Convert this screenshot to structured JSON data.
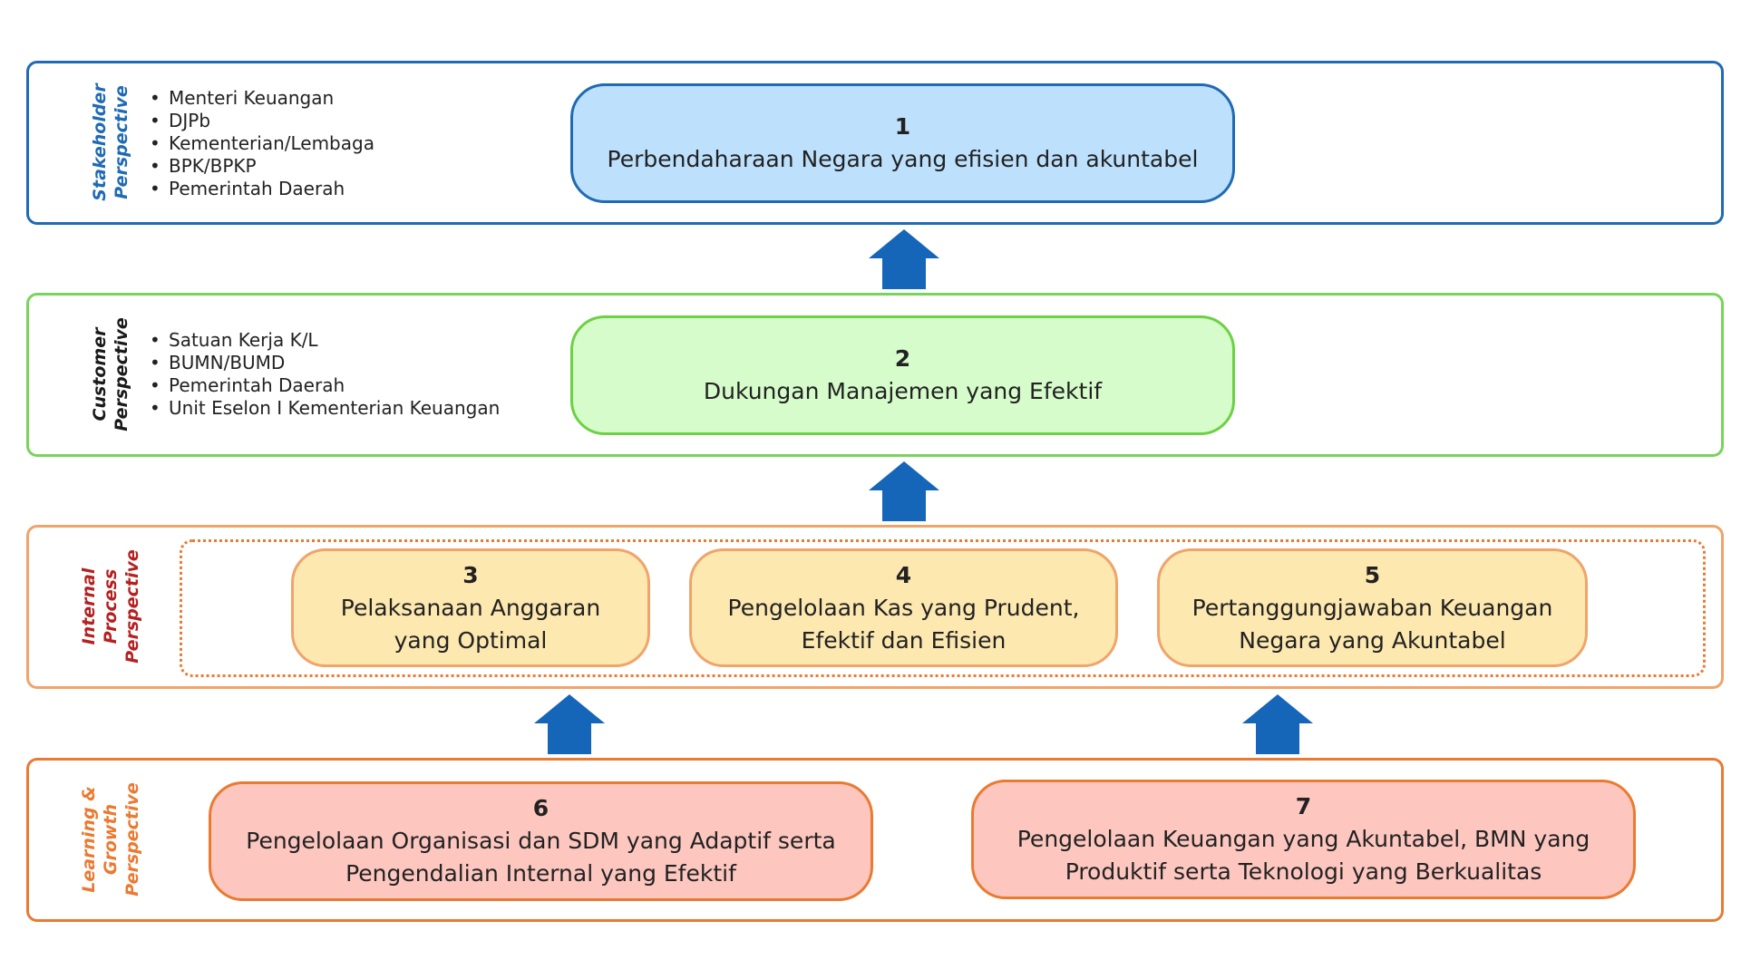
{
  "perspectives": {
    "stakeholder": {
      "label": "Stakeholder\nPerspective",
      "color": "#1f6ab4",
      "items": [
        "Menteri Keuangan",
        "DJPb",
        "Kementerian/Lembaga",
        "BPK/BPKP",
        "Pemerintah Daerah"
      ]
    },
    "customer": {
      "label": "Customer\nPerspective",
      "color": "#1a1a1a",
      "items": [
        "Satuan Kerja K/L",
        "BUMN/BUMD",
        "Pemerintah Daerah",
        "Unit Eselon I Kementerian Keuangan"
      ]
    },
    "internal_process": {
      "label": "Internal\nProcess\nPerspective",
      "color": "#b52020"
    },
    "learning_growth": {
      "label": "Learning &\nGrowth\nPerspective",
      "color": "#ea7a31"
    }
  },
  "objectives": [
    {
      "number": "1",
      "text": "Perbendaharaan Negara yang efisien dan akuntabel",
      "fill": "#bde0fc"
    },
    {
      "number": "2",
      "text": "Dukungan Manajemen yang Efektif",
      "fill": "#d6fccb"
    },
    {
      "number": "3",
      "line1": "Pelaksanaan Anggaran",
      "line2": "yang Optimal",
      "fill": "#fde8b0"
    },
    {
      "number": "4",
      "line1": "Pengelolaan Kas yang Prudent,",
      "line2": "Efektif dan Efisien",
      "fill": "#fde8b0"
    },
    {
      "number": "5",
      "line1": "Pertanggungjawaban Keuangan",
      "line2": "Negara yang Akuntabel",
      "fill": "#fde8b0"
    },
    {
      "number": "6",
      "line1": "Pengelolaan Organisasi dan SDM yang Adaptif serta",
      "line2": "Pengendalian Internal yang Efektif",
      "fill": "#fdc7c0"
    },
    {
      "number": "7",
      "line1": "Pengelolaan Keuangan yang Akuntabel, BMN yang",
      "line2": "Produktif serta Teknologi yang Berkualitas",
      "fill": "#fdc7c0"
    }
  ],
  "colors": {
    "arrow": "#1565b8"
  }
}
